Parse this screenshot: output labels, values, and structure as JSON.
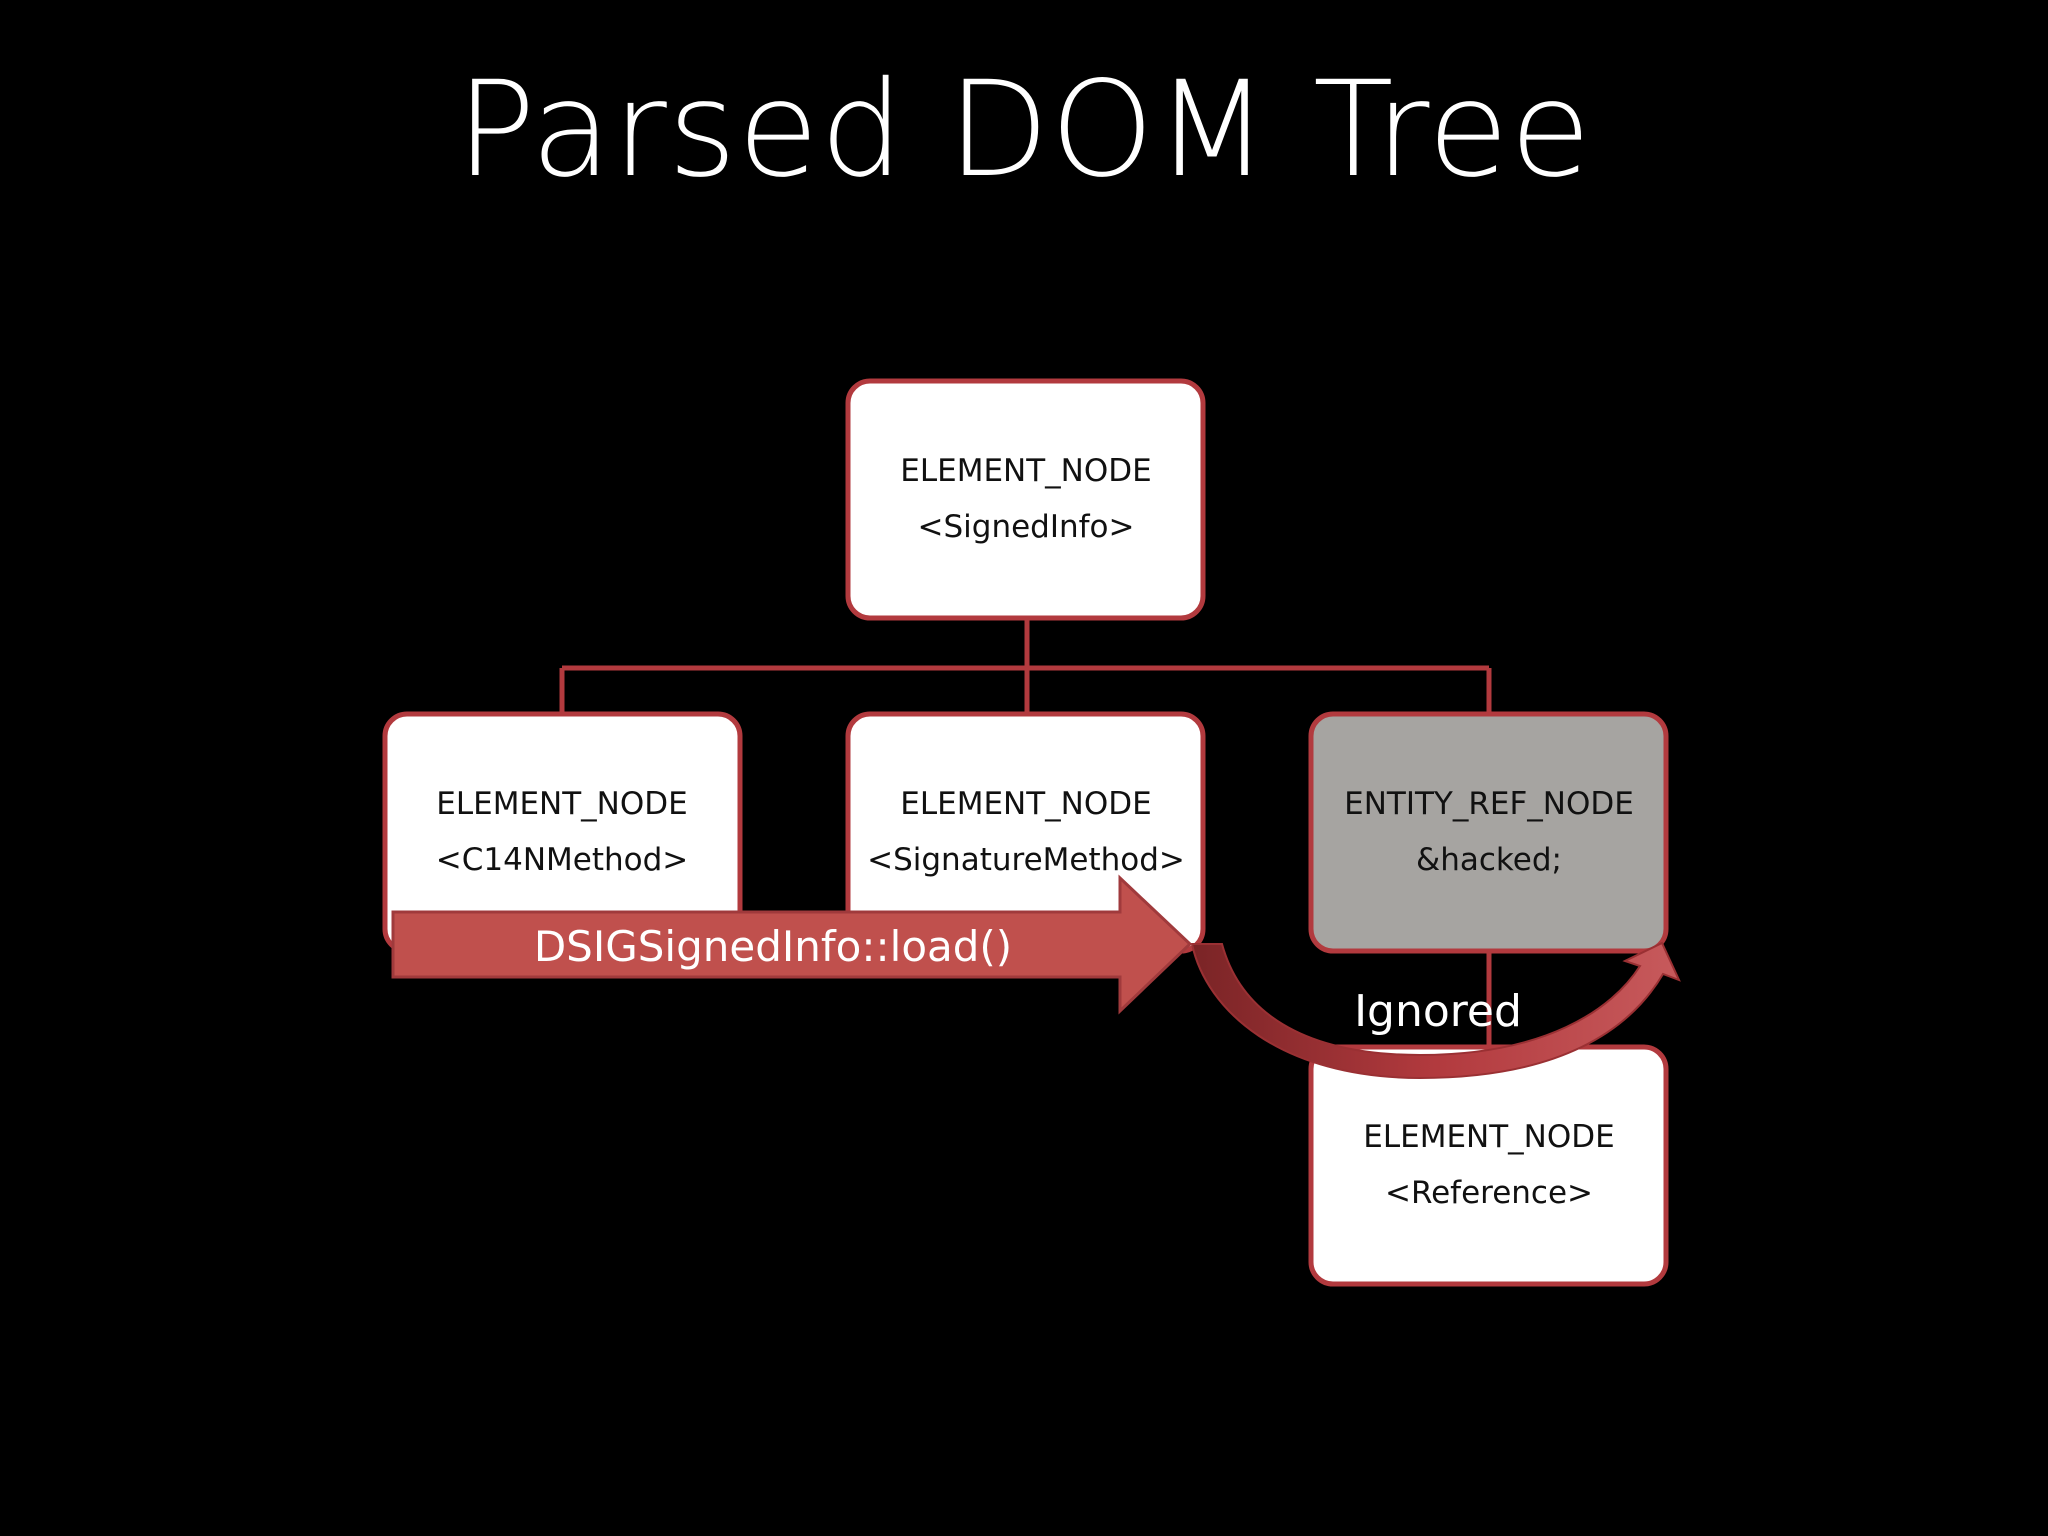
{
  "slide": {
    "title": "Parsed DOM Tree"
  },
  "nodes": {
    "signed_info": {
      "type": "ELEMENT_NODE",
      "label": "<SignedInfo>"
    },
    "c14n_method": {
      "type": "ELEMENT_NODE",
      "label": "<C14NMethod>"
    },
    "signature_method": {
      "type": "ELEMENT_NODE",
      "label": "<SignatureMethod>"
    },
    "entity_ref": {
      "type": "ENTITY_REF_NODE",
      "label": "&hacked;"
    },
    "reference": {
      "type": "ELEMENT_NODE",
      "label": "<Reference>"
    }
  },
  "arrows": {
    "load_label": "DSIGSignedInfo::load()",
    "ignored_label": "Ignored"
  },
  "colors": {
    "background": "#000000",
    "border": "#b23a3e",
    "arrow_fill": "#c0504d",
    "node_fill": "#ffffff",
    "entity_node_fill": "#a6a4a1",
    "title_text": "#ffffff"
  }
}
